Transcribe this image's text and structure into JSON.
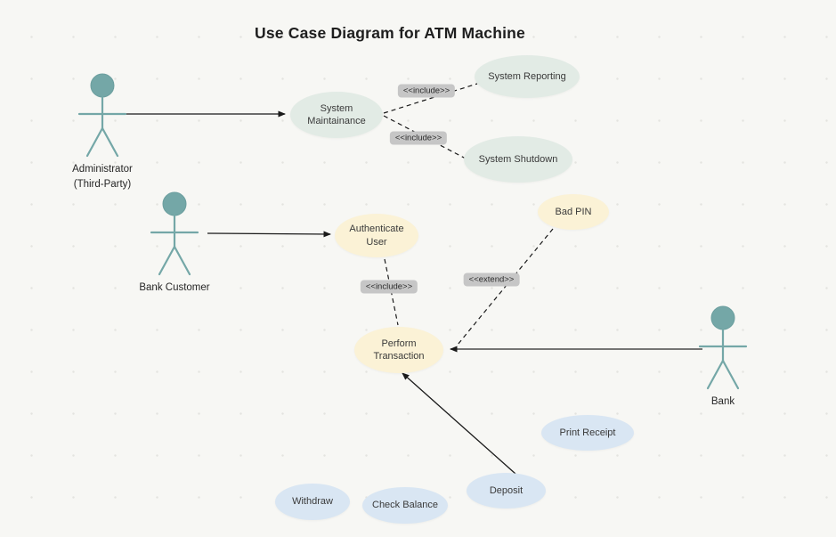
{
  "title": "Use Case Diagram for ATM Machine",
  "actors": {
    "administrator": {
      "label": "Administrator\n(Third-Party)"
    },
    "bank_customer": {
      "label": "Bank Customer"
    },
    "bank": {
      "label": "Bank"
    }
  },
  "use_cases": {
    "system_maintainance": {
      "label": "System\nMaintainance",
      "fill": "#e2ebe5"
    },
    "system_reporting": {
      "label": "System Reporting",
      "fill": "#e2ebe5"
    },
    "system_shutdown": {
      "label": "System Shutdown",
      "fill": "#e2ebe5"
    },
    "authenticate_user": {
      "label": "Authenticate\nUser",
      "fill": "#fbf2d6"
    },
    "bad_pin": {
      "label": "Bad PIN",
      "fill": "#fbf2d6"
    },
    "perform_transaction": {
      "label": "Perform\nTransaction",
      "fill": "#fbf2d6"
    },
    "print_receipt": {
      "label": "Print Receipt",
      "fill": "#d9e6f3"
    },
    "withdraw": {
      "label": "Withdraw",
      "fill": "#d9e6f3"
    },
    "check_balance": {
      "label": "Check Balance",
      "fill": "#d9e6f3"
    },
    "deposit": {
      "label": "Deposit",
      "fill": "#d9e6f3"
    }
  },
  "connector_labels": {
    "include_reporting": "<<include>>",
    "include_shutdown": "<<include>>",
    "include_authenticate": "<<include>>",
    "extend_bad_pin": "<<extend>>"
  },
  "colors": {
    "actor": "#74a7a7",
    "use_case_green": "#e2ebe5",
    "use_case_yellow": "#fbf2d6",
    "use_case_blue": "#d9e6f3",
    "badge_bg": "#c6c6c6",
    "line": "#1a1a1a",
    "background": "#f7f7f4"
  }
}
